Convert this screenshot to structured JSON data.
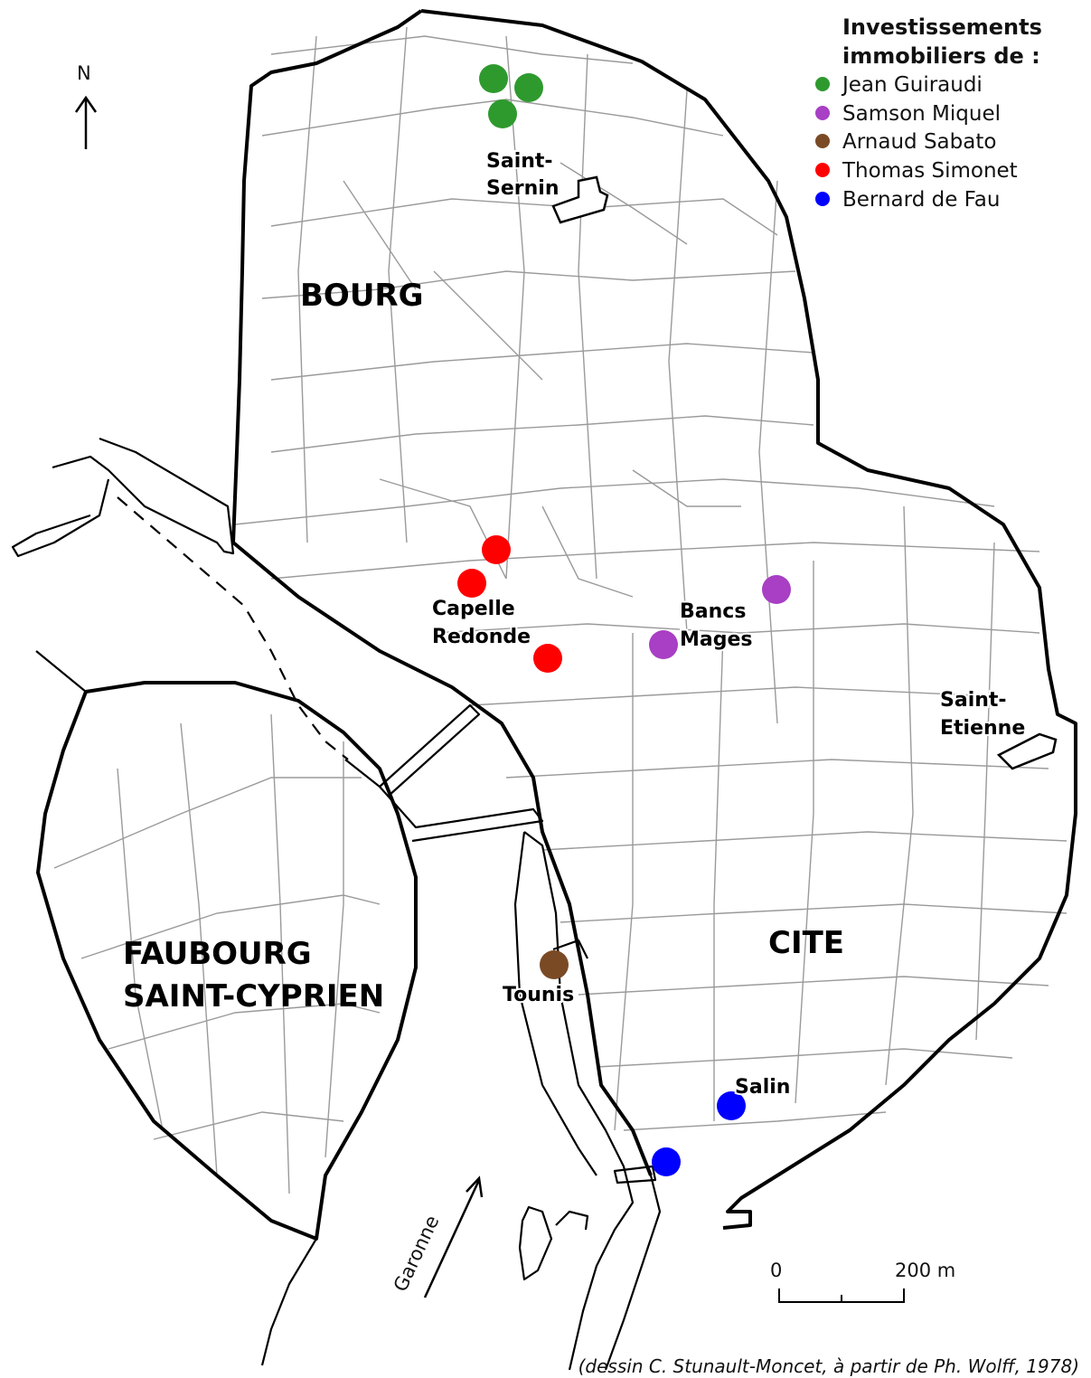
{
  "legend": {
    "title_line1": "Investissements",
    "title_line2": "immobiliers de :",
    "items": [
      {
        "label": "Jean Guiraudi",
        "color": "#2e9a2e"
      },
      {
        "label": "Samson Miquel",
        "color": "#a83fc4"
      },
      {
        "label": "Arnaud Sabato",
        "color": "#7a4a25"
      },
      {
        "label": "Thomas Simonet",
        "color": "#ff0000"
      },
      {
        "label": "Bernard de Fau",
        "color": "#0000ff"
      }
    ]
  },
  "north_label": "N",
  "districts": {
    "bourg": "BOURG",
    "cite": "CITE",
    "faubourg_line1": "FAUBOURG",
    "faubourg_line2": "SAINT-CYPRIEN"
  },
  "places": {
    "saint_sernin_1": "Saint-",
    "saint_sernin_2": "Sernin",
    "capelle_1": "Capelle",
    "capelle_2": "Redonde",
    "bancs_1": "Bancs",
    "bancs_2": "Mages",
    "saint_etienne_1": "Saint-",
    "saint_etienne_2": "Etienne",
    "tounis": "Tounis",
    "salin": "Salin"
  },
  "river_label": "Garonne",
  "scale": {
    "zero": "0",
    "distance": "200 m"
  },
  "credit": "(dessin C. Stunault-Moncet, à partir de Ph. Wolff, 1978)"
}
